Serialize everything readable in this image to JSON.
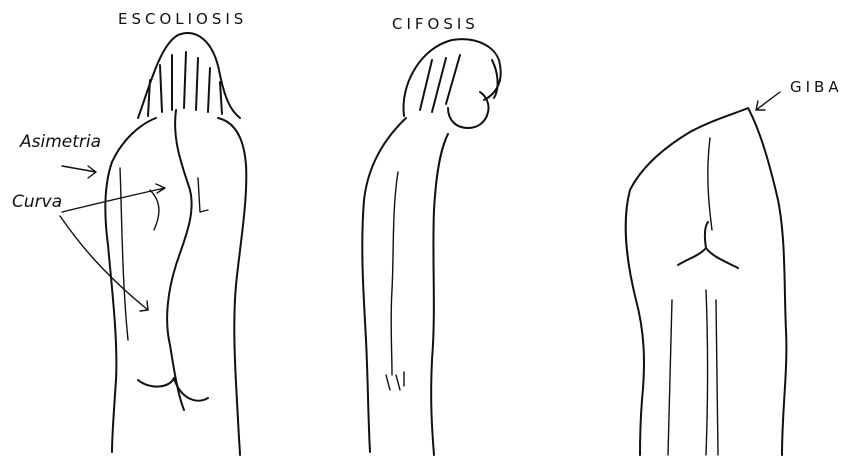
{
  "figures": {
    "escoliosis": {
      "title": "ESCOLIOSIS",
      "labels": {
        "asimetria": "Asimetria",
        "curva": "Curva"
      }
    },
    "cifosis": {
      "title": "CIFOSIS"
    },
    "giba": {
      "label": "GIBA"
    }
  },
  "colors": {
    "ink": "#111111",
    "background": "#ffffff"
  }
}
